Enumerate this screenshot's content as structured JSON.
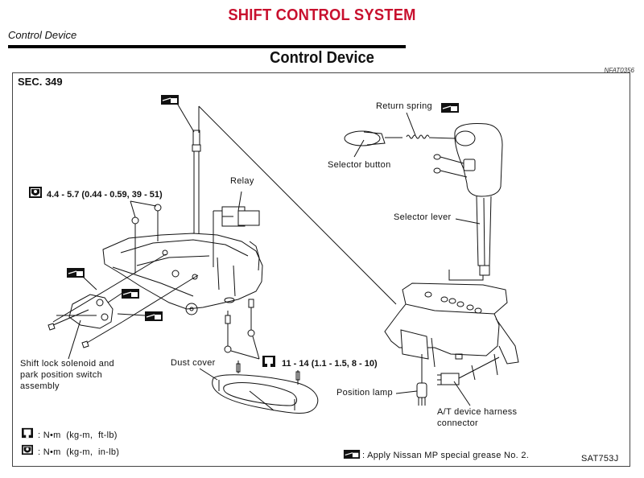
{
  "header": {
    "system_title": "SHIFT CONTROL SYSTEM",
    "breadcrumb": "Control Device",
    "section_title": "Control Device",
    "reference_code": "NFAT0356"
  },
  "diagram": {
    "section_label": "SEC. 349",
    "figure_id": "SAT753J",
    "labels": {
      "relay": "Relay",
      "return_spring": "Return spring",
      "selector_button": "Selector button",
      "selector_lever": "Selector lever",
      "shift_lock_line1": "Shift lock solenoid and",
      "shift_lock_line2": "park position switch",
      "shift_lock_line3": "assembly",
      "dust_cover": "Dust cover",
      "position_lamp": "Position lamp",
      "harness_line1": "A/T device harness",
      "harness_line2": "connector"
    },
    "torque_specs": {
      "upper_nuts": "4.4 - 5.7 (0.44 - 0.59, 39 - 51)",
      "lower_nuts": "11 - 14 (1.1 - 1.5, 8 - 10)"
    },
    "icons": {
      "grease": "grease-icon",
      "torque_ftlb": "torque-ft-lb-icon",
      "torque_inlb": "torque-in-lb-icon"
    }
  },
  "legend": {
    "ftlb": ": N•m  (kg-m,  ft-lb)",
    "inlb": ": N•m  (kg-m,  in-lb)",
    "grease": ": Apply Nissan MP special grease No. 2."
  }
}
